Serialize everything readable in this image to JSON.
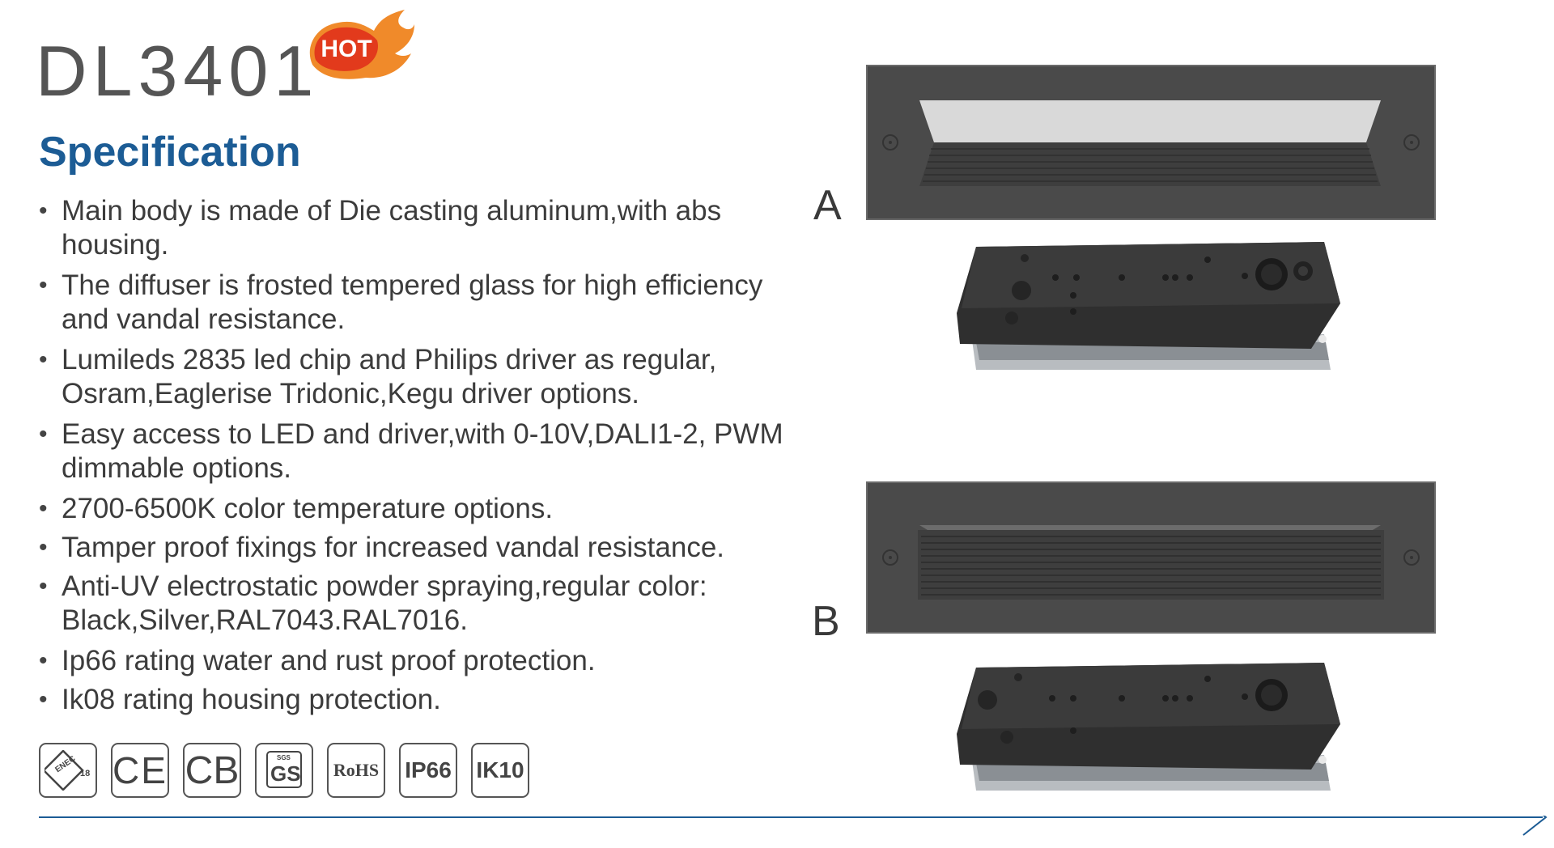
{
  "header": {
    "model": "DL3401",
    "hot_badge": "HOT"
  },
  "spec": {
    "title": "Specification",
    "features": [
      "Main body is made of Die casting aluminum,with abs housing.",
      "The diffuser is frosted tempered glass for high efficiency and vandal resistance.",
      "Lumileds 2835 led chip and Philips driver as regular, Osram,Eaglerise Tridonic,Kegu driver options.",
      "Easy access to LED and driver,with 0-10V,DALI1-2, PWM dimmable options.",
      "2700-6500K color temperature options.",
      "Tamper proof fixings for increased vandal resistance.",
      "Anti-UV electrostatic powder spraying,regular color: Black,Silver,RAL7043.RAL7016.",
      "Ip66 rating water and rust proof protection.",
      "Ik08 rating housing protection."
    ]
  },
  "certifications": [
    {
      "name": "ENEC",
      "icon": "enec-icon"
    },
    {
      "name": "CE",
      "icon": "ce-icon"
    },
    {
      "name": "CB",
      "icon": "cb-icon"
    },
    {
      "name": "SGS GS",
      "icon": "gs-icon"
    },
    {
      "name": "RoHS",
      "icon": "rohs-icon"
    },
    {
      "name": "IP66",
      "icon": "ip66-icon"
    },
    {
      "name": "IK10",
      "icon": "ik10-icon"
    }
  ],
  "variants": {
    "a_label": "A",
    "b_label": "B"
  },
  "colors": {
    "title_blue": "#1c5c95",
    "line_blue": "#1c5c95",
    "hot_red": "#e23a1c",
    "housing_dark": "#4a4a4a"
  }
}
